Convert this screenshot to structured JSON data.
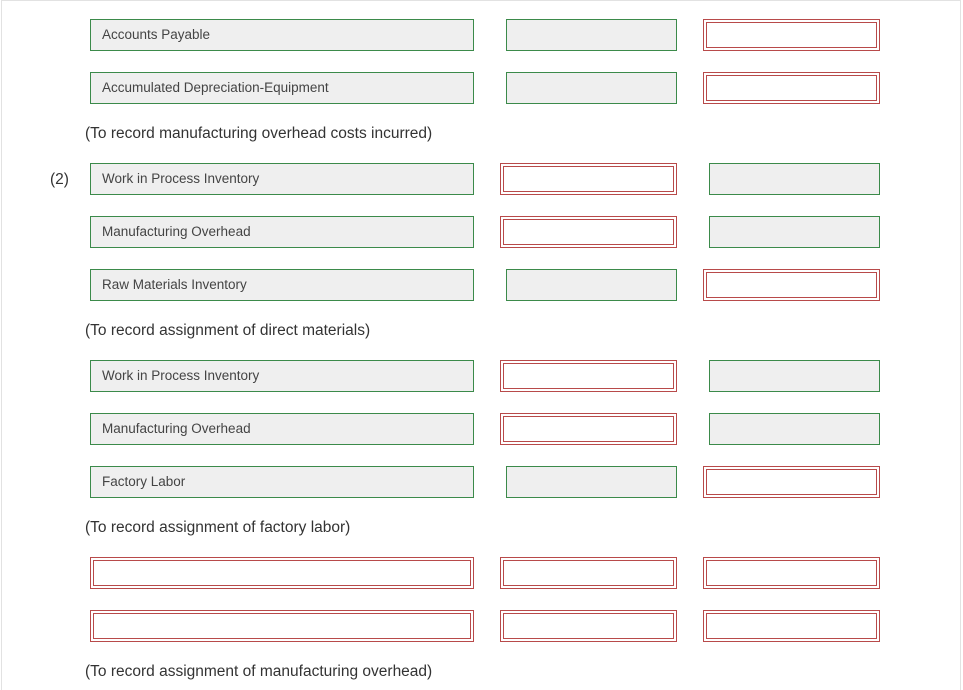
{
  "entry_two_label": "(2)",
  "rows": [
    {
      "account": "Accounts Payable",
      "debit": "",
      "credit": ""
    },
    {
      "account": "Accumulated Depreciation-Equipment",
      "debit": "",
      "credit": ""
    },
    {
      "account": "Work in Process Inventory",
      "debit": "",
      "credit": ""
    },
    {
      "account": "Manufacturing Overhead",
      "debit": "",
      "credit": ""
    },
    {
      "account": "Raw Materials Inventory",
      "debit": "",
      "credit": ""
    },
    {
      "account": "Work in Process Inventory",
      "debit": "",
      "credit": ""
    },
    {
      "account": "Manufacturing Overhead",
      "debit": "",
      "credit": ""
    },
    {
      "account": "Factory Labor",
      "debit": "",
      "credit": ""
    },
    {
      "account": "",
      "debit": "",
      "credit": ""
    },
    {
      "account": "",
      "debit": "",
      "credit": ""
    }
  ],
  "notes": {
    "overhead_costs": "(To record manufacturing overhead costs incurred)",
    "direct_materials": "(To record assignment of direct materials)",
    "factory_labor": "(To record assignment of factory labor)",
    "manufacturing_overhead": "(To record assignment of manufacturing overhead)"
  },
  "colors": {
    "correct_border": "#3b8a4a",
    "incorrect_border": "#b84a4a",
    "filled_background": "#efefef"
  }
}
